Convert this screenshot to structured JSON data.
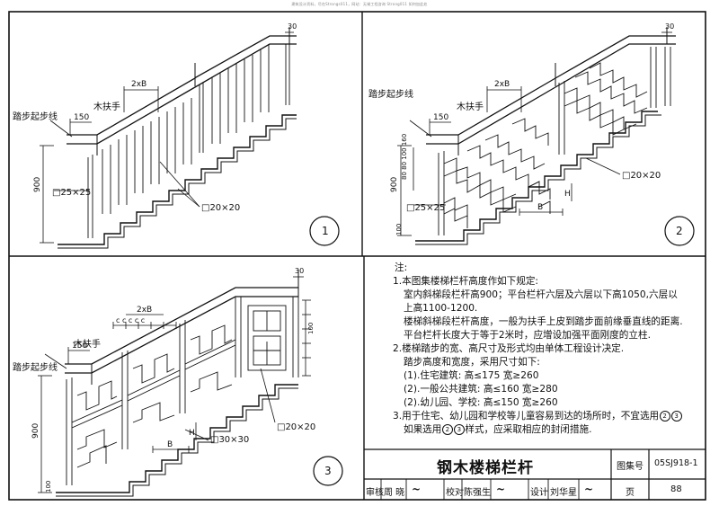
{
  "watermark": "建筑设计资料，尽在Strongs011，网站：无锡工程咨询 Strong011 如何加此处",
  "drawing_labels": {
    "start_line": "踏步起步线",
    "handrail": "木扶手",
    "dim_150": "150",
    "dim_2xB": "2xB",
    "dim_30": "30",
    "dim_900": "900",
    "post_25": "□25×25",
    "bar_20": "□20×20",
    "post_30": "□30×30",
    "dim_B": "B",
    "dim_H": "H",
    "dim_100": "100",
    "dim_ccc": "c c c c c",
    "dim_160": "80 80 100 160",
    "view_1": "1",
    "view_2": "2",
    "view_3": "3"
  },
  "notes": {
    "title": "注:",
    "lines": [
      "1.本图集楼梯栏杆高度作如下规定:",
      "室内斜梯段栏杆高900；平台栏杆六层及六层以下高1050,六层以",
      "上高1100-1200.",
      "楼梯斜梯段栏杆高度，一般为扶手上皮到踏步面前缘垂直线的距离.",
      "平台栏杆长度大于等于2米时，应增设加强平面刚度的立柱.",
      "2.楼梯踏步的宽、高尺寸及形式均由单体工程设计决定.",
      "踏步高度和宽度，采用尺寸如下:",
      "(1).住宅建筑:         高≤175  宽≥260",
      "(2).一般公共建筑:   高≤160  宽≥280",
      "(2).幼儿园、学校:   高≤150  宽≥260",
      "3.用于住宅、幼儿园和学校等儿童容易到达的场所时，不宜选用",
      "如果选用",
      "样式，应采取相应的封闭措施."
    ],
    "circ_2": "2",
    "circ_3": "3"
  },
  "title_block": {
    "title": "钢木楼梯栏杆",
    "atlas_label": "图集号",
    "atlas_no": "05SJ918-1",
    "review_label": "审核",
    "reviewer": "周 晓",
    "check_label": "校对",
    "checker": "陈强生",
    "design_label": "设计",
    "designer": "刘华星",
    "page_label": "页",
    "page_no": "88"
  }
}
